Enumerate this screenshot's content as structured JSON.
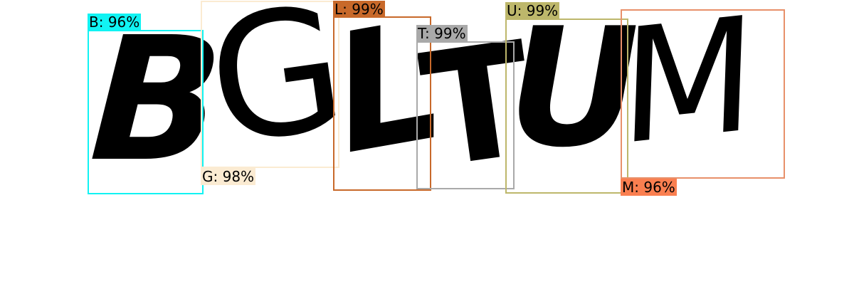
{
  "handwriting": {
    "text": "BGLTUM"
  },
  "detections": [
    {
      "id": "b",
      "letter": "B",
      "label": "B: 96%",
      "color": "#11f3f3"
    },
    {
      "id": "g",
      "letter": "G",
      "label": "G: 98%",
      "color": "#fbebd2"
    },
    {
      "id": "l",
      "letter": "L",
      "label": "L: 99%",
      "color": "#c8692a"
    },
    {
      "id": "t",
      "letter": "T",
      "label": "T: 99%",
      "color": "#a9a9a9"
    },
    {
      "id": "u",
      "letter": "U",
      "label": "U: 99%",
      "color": "#bdb76b"
    },
    {
      "id": "m",
      "letter": "M",
      "label": "M: 96%",
      "color": "#fa7f50"
    }
  ]
}
